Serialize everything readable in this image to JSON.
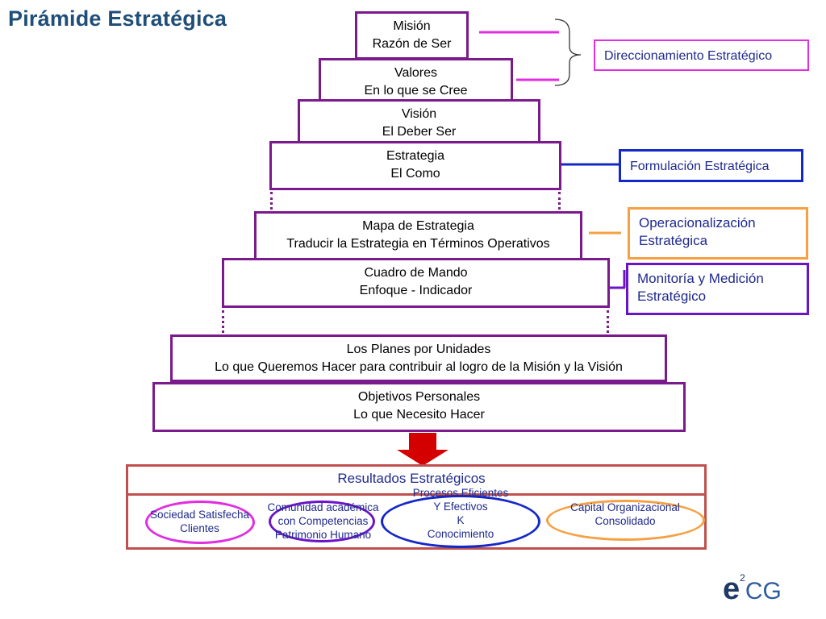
{
  "title": "Pirámide Estratégica",
  "pyramid": [
    {
      "line1": "Misión",
      "line2": "Razón de Ser"
    },
    {
      "line1": "Valores",
      "line2": "En lo que se Cree"
    },
    {
      "line1": "Visión",
      "line2": "El Deber Ser"
    },
    {
      "line1": "Estrategia",
      "line2": "El Como"
    },
    {
      "line1": "Mapa de Estrategia",
      "line2": "Traducir la Estrategia en Términos Operativos"
    },
    {
      "line1": "Cuadro de Mando",
      "line2": "Enfoque - Indicador"
    },
    {
      "line1": "Los Planes  por Unidades",
      "line2": "Lo que Queremos Hacer para contribuir al logro de la Misión y la Visión"
    },
    {
      "line1": "Objetivos Personales",
      "line2": "Lo que Necesito Hacer"
    }
  ],
  "side_labels": {
    "direccionamiento": "Direccionamiento Estratégico",
    "formulacion": "Formulación Estratégica",
    "operacionalizacion_1": "Operacionalización",
    "operacionalizacion_2": "Estratégica",
    "monitoria_1": "Monitoría y Medición",
    "monitoria_2": "Estratégico"
  },
  "results": {
    "title": "Resultados Estratégicos",
    "items": [
      {
        "lines": [
          "Sociedad Satisfecha",
          "Clientes"
        ]
      },
      {
        "lines": [
          "Comunidad académica",
          "con Competencias",
          "Patrimonio Humano"
        ]
      },
      {
        "lines": [
          "Procesos Eficientes",
          "Y Efectivos",
          "K",
          "Conocimiento"
        ]
      },
      {
        "lines": [
          "Capital Organizacional",
          "Consolidado"
        ]
      }
    ]
  },
  "logo": {
    "main": "e",
    "sup": "2",
    "suffix": "CG"
  },
  "colors": {
    "pyramid_border": "#7a1a8c",
    "direccionamiento": "#e02ee0",
    "formulacion": "#1428c8",
    "operacionalizacion": "#f5a043",
    "monitoria": "#6a14c8",
    "results_border": "#c0504d",
    "arrow": "#d40000"
  }
}
